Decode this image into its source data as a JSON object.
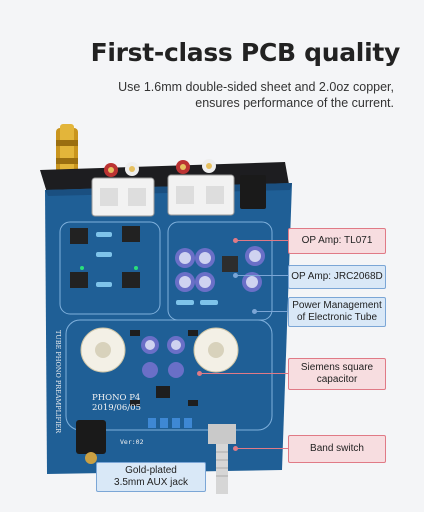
{
  "headline": "First-class PCB quality",
  "subline": [
    "Use 1.6mm double-sided sheet and 2.0oz copper,",
    "ensures performance of the current."
  ],
  "callouts": {
    "op_amp_tl071": "OP Amp: TL071",
    "op_amp_jrc": "OP Amp: JRC2068D",
    "power_mgmt": [
      "Power Management",
      "of Electronic Tube"
    ],
    "capacitor": [
      "Siemens square",
      "capacitor"
    ],
    "band_switch": "Band switch",
    "aux_jack": [
      "Gold-plated",
      "3.5mm AUX jack"
    ]
  },
  "board_text": {
    "model": "PHONO P4",
    "date": "2019/06/05",
    "side": "TUBE PHONO PREAMPLIFIER",
    "ver": "Ver:02"
  },
  "colors": {
    "pcb": "#1f5f96",
    "red_callout": "#f7dde0",
    "blue_callout": "#d9e8f7"
  }
}
